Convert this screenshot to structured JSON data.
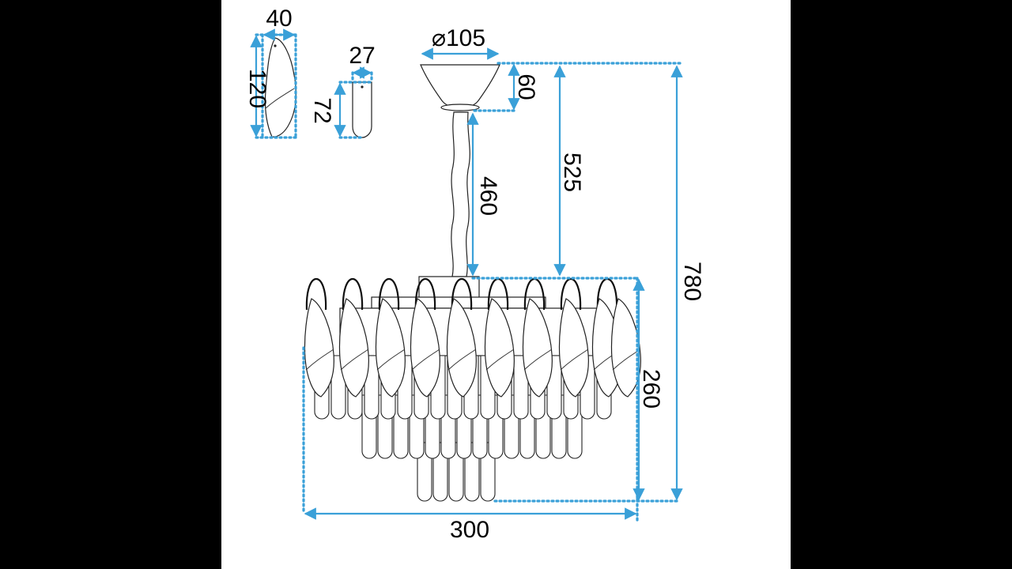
{
  "diagram": {
    "leaf_crystal": {
      "width_label": "40",
      "height_label": "120"
    },
    "drop_crystal": {
      "width_label": "27",
      "height_label": "72"
    },
    "canopy": {
      "diameter_label": "⌀105",
      "height_label": "60"
    },
    "rod": {
      "length_label": "460"
    },
    "overall": {
      "upper_height_label": "525",
      "total_height_label": "780",
      "body_height_label": "260",
      "width_label": "300"
    }
  },
  "colors": {
    "dimension": "#3aa0d8",
    "background": "#ffffff",
    "letterbox": "#000000",
    "ink": "#222222"
  }
}
